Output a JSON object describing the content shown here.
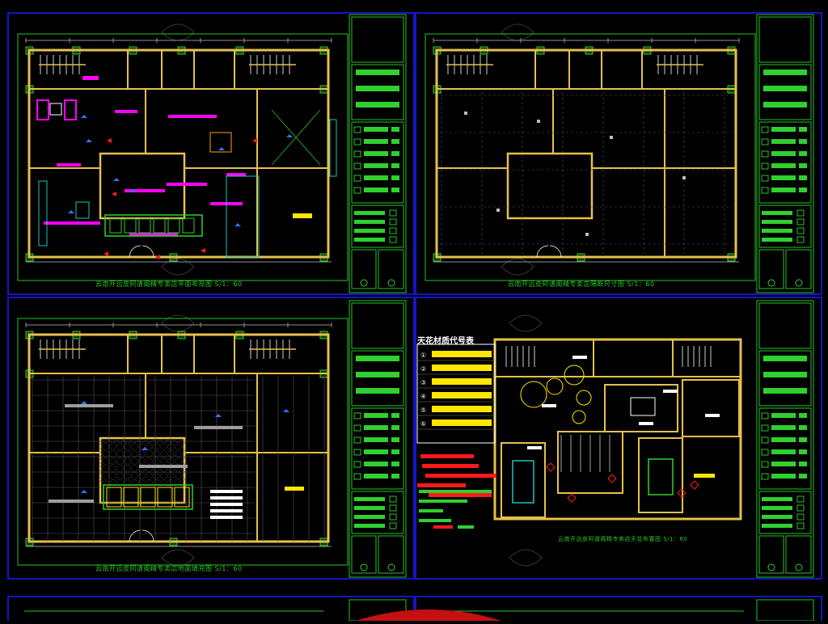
{
  "sheets": [
    {
      "caption": "云南开远皮阿谱阁精专卖店平面布局图  S/1：60"
    },
    {
      "caption": "云南开远皮阿谱阁精专卖店隔断尺寸图  S/1：60"
    },
    {
      "caption": "云南开远皮阿谱阁精专卖店地面填充图  S/1：60"
    },
    {
      "caption": "云南开远皮阿谱阁精专卖店天花布置图  S/1：60"
    }
  ],
  "legend": {
    "title": "天花材质代号表",
    "rows": [
      "①",
      "②",
      "③",
      "④",
      "⑤",
      "⑥"
    ]
  },
  "colors": {
    "frame": "#1414c8",
    "border": "#26c526",
    "wall": "#e6c14a",
    "dim": "#8f8f8f",
    "magenta": "#ff00ff",
    "cyan": "#20c0c0",
    "red": "#ff1a1a",
    "yellow": "#ffe600",
    "watermark": "#9a9a9a"
  }
}
